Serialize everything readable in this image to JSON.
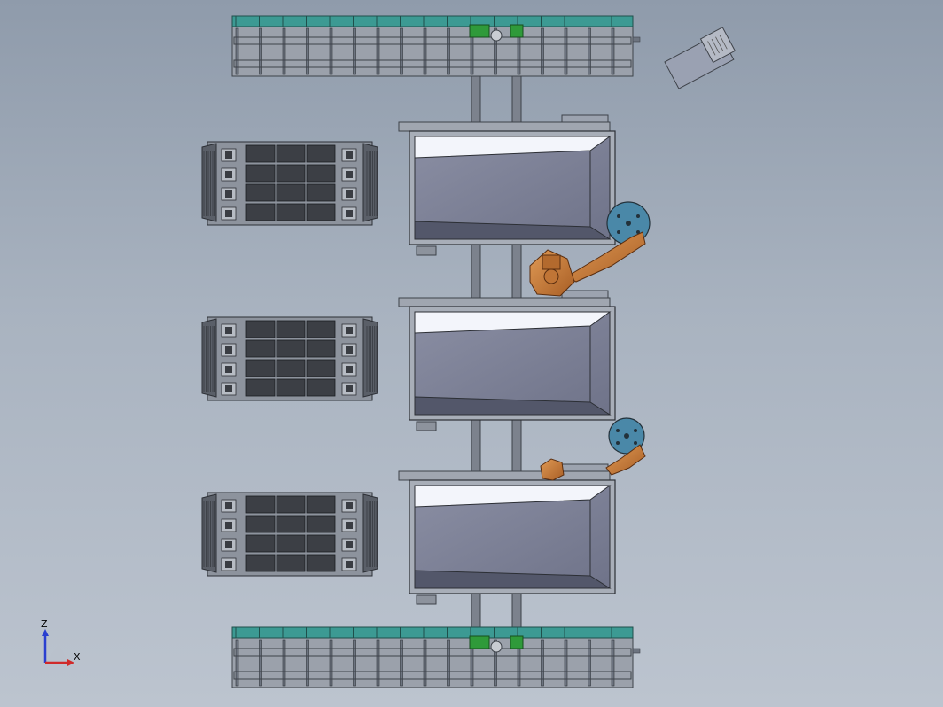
{
  "viewport": {
    "background_top": "#8f9bab",
    "background_bottom": "#bcc4cf"
  },
  "assembly": {
    "conveyors": [
      "top-roller-conveyor",
      "bottom-roller-conveyor"
    ],
    "pallet_racks": 3,
    "hoppers": 3,
    "robots": 2
  },
  "colors": {
    "conveyor_frame": "#6d7480",
    "conveyor_roller": "#3c9a93",
    "motor_green": "#2f9a3a",
    "hopper_fill": "#7b7f95",
    "robot_orange": "#c8793a",
    "robot_base": "#4a88a8",
    "pallet_dark": "#3c3f45"
  },
  "triad": {
    "z_label": "Z",
    "x_label": "X",
    "z_color": "#2a3fd0",
    "x_color": "#d02a2a"
  }
}
